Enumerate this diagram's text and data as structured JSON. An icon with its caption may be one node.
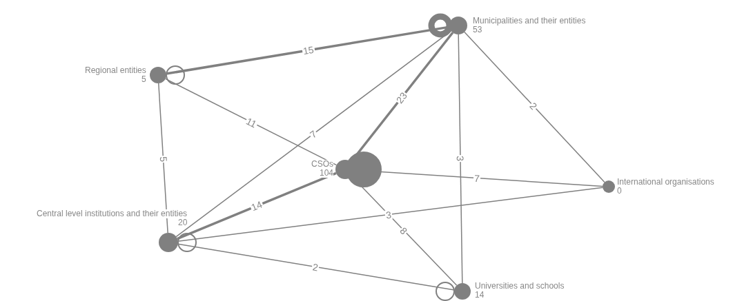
{
  "diagram": {
    "nodes": [
      {
        "text": [],
        "shape": "circle",
        "beside": [
          "Municipalities and their entities",
          "53"
        ]
      },
      {
        "text": [],
        "shape": "circle",
        "beside": [
          "Regional entities",
          "5"
        ]
      },
      {
        "text": [],
        "shape": "circle",
        "beside": [
          "CSOs",
          "104"
        ]
      },
      {
        "text": [],
        "shape": "circle",
        "beside": [
          "International organisations",
          "0"
        ]
      },
      {
        "text": [],
        "shape": "circle",
        "beside": [
          "Central level institutions and their entities",
          "20"
        ]
      },
      {
        "text": [],
        "shape": "circle",
        "beside": [
          "Universities and schools",
          "14"
        ]
      }
    ],
    "edges": [
      {
        "from": 0,
        "to": 0,
        "arrow": "none",
        "style": "thick"
      },
      {
        "from": 1,
        "to": 0,
        "arrow": "none",
        "label": "15",
        "style": "thick"
      },
      {
        "from": 1,
        "to": 1,
        "arrow": "none"
      },
      {
        "from": 1,
        "to": 2,
        "arrow": "none",
        "label": "11"
      },
      {
        "from": 1,
        "to": 4,
        "arrow": "none",
        "label": "5"
      },
      {
        "from": 0,
        "to": 2,
        "arrow": "none",
        "label": "23",
        "style": "thick"
      },
      {
        "from": 0,
        "to": 4,
        "arrow": "none",
        "label": "7"
      },
      {
        "from": 0,
        "to": 5,
        "arrow": "none",
        "label": "3"
      },
      {
        "from": 0,
        "to": 3,
        "arrow": "none",
        "label": "2"
      },
      {
        "from": 2,
        "to": 2,
        "arrow": "none",
        "style": "thick"
      },
      {
        "from": 2,
        "to": 3,
        "arrow": "none",
        "label": "7"
      },
      {
        "from": 2,
        "to": 4,
        "arrow": "none",
        "label": "14",
        "style": "thick"
      },
      {
        "from": 2,
        "to": 5,
        "arrow": "none",
        "label": "8"
      },
      {
        "from": 4,
        "to": 4,
        "arrow": "none"
      },
      {
        "from": 4,
        "to": 3,
        "arrow": "none",
        "label": "3"
      },
      {
        "from": 4,
        "to": 5,
        "arrow": "none",
        "label": "2"
      },
      {
        "from": 5,
        "to": 5,
        "arrow": "none"
      }
    ]
  }
}
